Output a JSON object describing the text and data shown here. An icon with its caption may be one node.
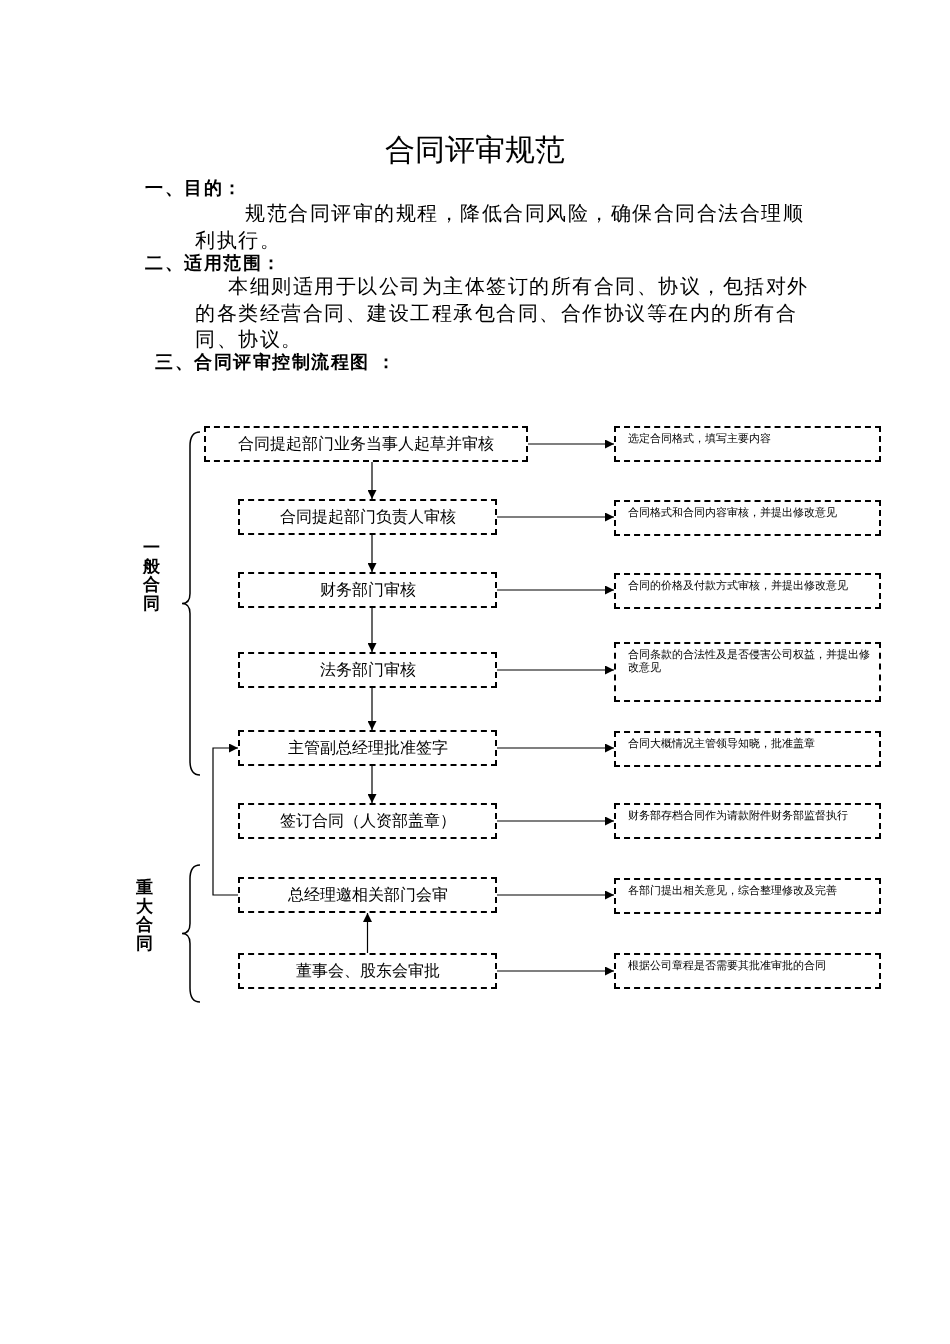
{
  "diagram": {
    "title": "合同评审规范",
    "nodes": [
      {
        "text": [
          "合同提起部门业务当事人起草并审核"
        ]
      },
      {
        "text": [
          "合同提起部门负责人审核"
        ]
      },
      {
        "text": [
          "财务部门审核"
        ]
      },
      {
        "text": [
          "法务部门审核"
        ]
      },
      {
        "text": [
          "主管副总经理批准签字"
        ]
      },
      {
        "text": [
          "签订合同（人资部盖章）"
        ]
      },
      {
        "text": [
          "总经理邀相关部门会审"
        ]
      },
      {
        "text": [
          "董事会、股东会审批"
        ]
      },
      {
        "text": [
          "选定合同格式，填写主要内容"
        ]
      },
      {
        "text": [
          "合同格式和合同内容审核，并提出修改意见"
        ]
      },
      {
        "text": [
          "合同的价格及付款方式审核，并提出修改意见"
        ]
      },
      {
        "text": [
          "合同条款的合法性及是否侵害公司权益，并提出修改意见"
        ]
      },
      {
        "text": [
          "合同大概情况主管领导知晓，批准盖章"
        ]
      },
      {
        "text": [
          "财务部存档合同作为请款附件财务部监督执行"
        ]
      },
      {
        "text": [
          "各部门提出相关意见，综合整理修改及完善"
        ]
      },
      {
        "text": [
          "根据公司章程是否需要其批准审批的合同"
        ]
      }
    ],
    "edges": [
      {
        "from": 0,
        "to": 1,
        "arrow": "to"
      },
      {
        "from": 1,
        "to": 2,
        "arrow": "to"
      },
      {
        "from": 2,
        "to": 3,
        "arrow": "to"
      },
      {
        "from": 3,
        "to": 4,
        "arrow": "to"
      },
      {
        "from": 4,
        "to": 5,
        "arrow": "to"
      },
      {
        "from": 6,
        "to": 4,
        "arrow": "to"
      },
      {
        "from": 7,
        "to": 6,
        "arrow": "to"
      },
      {
        "from": 0,
        "to": 8,
        "arrow": "to"
      },
      {
        "from": 1,
        "to": 9,
        "arrow": "to"
      },
      {
        "from": 2,
        "to": 10,
        "arrow": "to"
      },
      {
        "from": 3,
        "to": 11,
        "arrow": "to"
      },
      {
        "from": 4,
        "to": 12,
        "arrow": "to"
      },
      {
        "from": 5,
        "to": 13,
        "arrow": "to"
      },
      {
        "from": 6,
        "to": 14,
        "arrow": "to"
      },
      {
        "from": 7,
        "to": 15,
        "arrow": "to"
      }
    ],
    "labels": [
      "一、目的：",
      "规范合同评审的规程，降低合同风险，确保合同合法合理顺利执行。",
      "二、适用范围：",
      "本细则适用于以公司为主体签订的所有合同、协议，包括对外的各类经营合同、建设工程承包合同、合作协议等在内的所有合同、协议。",
      "三、合同评审控制流程图 ：",
      "一般合同",
      "重大合同"
    ]
  }
}
